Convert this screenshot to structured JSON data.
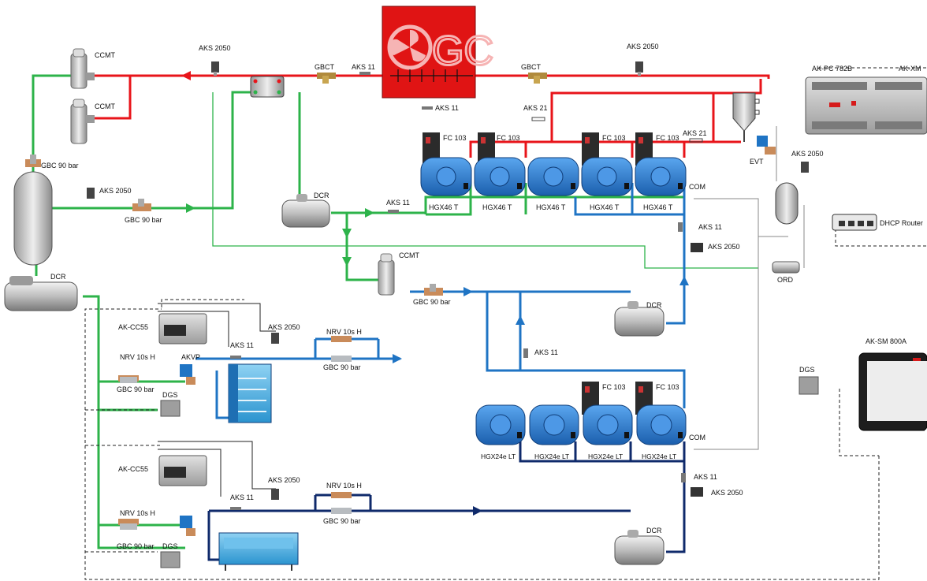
{
  "labels": {
    "gc_logo": "GC",
    "ccmt": "CCMT",
    "aks2050": "AKS 2050",
    "aks11": "AKS 11",
    "aks21": "AKS 21",
    "gbct": "GBCT",
    "gbc90": "GBC 90 bar",
    "dcr": "DCR",
    "fc103": "FC 103",
    "hgx46": "HGX46 T",
    "hgx24": "HGX24e LT",
    "com": "COM",
    "evt": "EVT",
    "ord": "ORD",
    "akcc55": "AK-CC55",
    "nrv": "NRV 10s H",
    "akvp": "AKVP",
    "dgs": "DGS",
    "akpc": "AK-PC 782B",
    "akxm": "AK-XM",
    "dhcp": "DHCP Router",
    "aksm": "AK-SM 800A"
  },
  "colors": {
    "high_pressure": "#e8141a",
    "gas_line": "#2db34a",
    "mt_line": "#1f74c4",
    "lt_line": "#0f2a6b",
    "gc_box": "#e01414",
    "compressor": "#2a7fd6"
  }
}
